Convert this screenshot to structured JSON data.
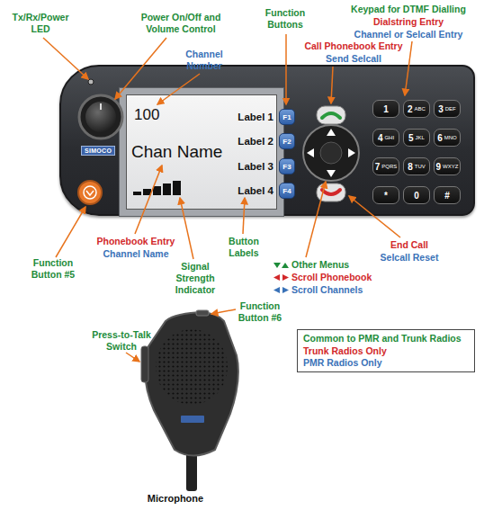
{
  "diagram": {
    "nodes": [
      {
        "text": [
          "SIMOCO"
        ]
      },
      {
        "text": [
          "100",
          "Chan Name",
          "Label 1",
          "Label 2",
          "Label 3",
          "Label 4"
        ],
        "in": 0
      },
      {
        "text": [
          "F1"
        ],
        "in": 0
      },
      {
        "text": [
          "F2"
        ],
        "in": 0
      },
      {
        "text": [
          "F3"
        ],
        "in": 0
      },
      {
        "text": [
          "F4"
        ],
        "in": 0
      },
      {
        "text": [
          "1"
        ],
        "in": 0
      },
      {
        "text": [
          "2",
          "ABC"
        ],
        "in": 0
      },
      {
        "text": [
          "3",
          "DEF"
        ],
        "in": 0
      },
      {
        "text": [
          "4",
          "GHI"
        ],
        "in": 0
      },
      {
        "text": [
          "5",
          "JKL"
        ],
        "in": 0
      },
      {
        "text": [
          "6",
          "MNO"
        ],
        "in": 0
      },
      {
        "text": [
          "7",
          "PQRS"
        ],
        "in": 0
      },
      {
        "text": [
          "8",
          "TUV"
        ],
        "in": 0
      },
      {
        "text": [
          "9",
          "WXYZ"
        ],
        "in": 0
      },
      {
        "text": [
          "*"
        ],
        "in": 0
      },
      {
        "text": [
          "0"
        ],
        "in": 0
      },
      {
        "text": [
          "#"
        ],
        "in": 0
      }
    ],
    "labels": [
      "Tx/Rx/Power LED",
      "Power On/Off and Volume Control",
      "Channel Number",
      "Function Buttons",
      "Call Phonebook Entry",
      "Send Selcall",
      "Keypad for DTMF Dialling",
      "Dialstring Entry",
      "Channel or Selcall Entry",
      "Function Button #5",
      "Phonebook Entry",
      "Channel Name",
      "Signal Strength Indicator",
      "Button Labels",
      "Other Menus",
      "Scroll Phonebook",
      "Scroll Channels",
      "End Call",
      "Selcall Reset",
      "Function Button #6",
      "Press-to-Talk Switch",
      "Microphone"
    ],
    "legend": [
      {
        "text": "Common to PMR and Trunk Radios",
        "color": "#1e8c3a"
      },
      {
        "text": "Trunk Radios Only",
        "color": "#d2282a"
      },
      {
        "text": "PMR Radios Only",
        "color": "#3a72b8"
      }
    ]
  }
}
